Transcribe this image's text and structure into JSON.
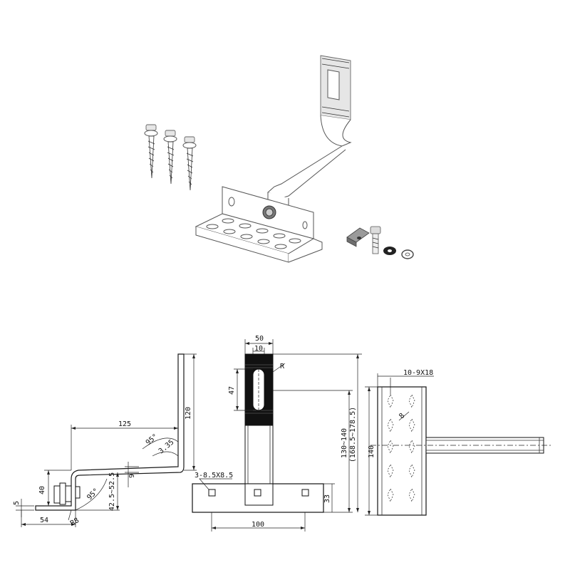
{
  "side_view": {
    "dim_54": "54",
    "dim_5": "5",
    "dim_40": "40",
    "dim_125": "125",
    "dim_120": "120",
    "dim_9": "9",
    "dim_range": "42.5~52.5",
    "dim_r35": "3.35",
    "angle_top": "95°",
    "angle_mid": "95°",
    "dim_r8": "R8"
  },
  "front_view": {
    "dim_50": "50",
    "dim_10": "10",
    "dim_47": "47",
    "dim_r": "R",
    "dim_range": "130~140",
    "dim_range_paren": "(168.5~178.5)",
    "dim_holes": "3-8.5X8.5",
    "dim_33": "33",
    "dim_100": "100"
  },
  "bottom_view": {
    "dim_slots": "10-9X18",
    "dim_140": "140"
  }
}
